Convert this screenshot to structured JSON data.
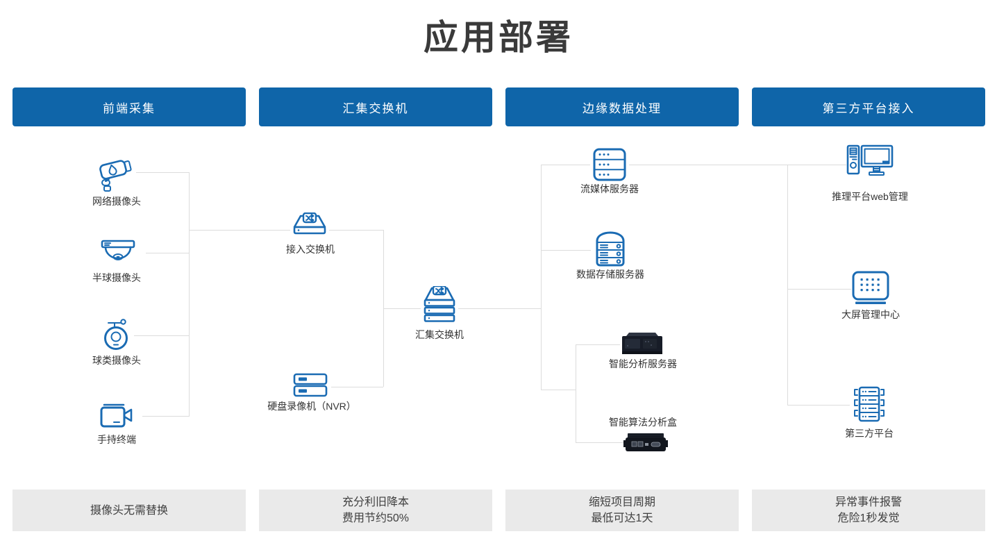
{
  "title": "应用部署",
  "headers": [
    "前端采集",
    "汇集交换机",
    "边缘数据处理",
    "第三方平台接入"
  ],
  "nodes": {
    "network_camera": {
      "label": "网络摄像头",
      "icon": "bullet-camera-icon"
    },
    "dome_camera": {
      "label": "半球摄像头",
      "icon": "dome-camera-icon"
    },
    "ball_camera": {
      "label": "球类摄像头",
      "icon": "ptz-ball-camera-icon"
    },
    "handheld_terminal": {
      "label": "手持终端",
      "icon": "camcorder-icon"
    },
    "access_switch": {
      "label": "接入交换机",
      "icon": "network-switch-icon"
    },
    "nvr": {
      "label": "硬盘录像机（NVR）",
      "icon": "nvr-recorder-icon"
    },
    "aggregation_switch": {
      "label": "汇集交换机",
      "icon": "stacked-switch-icon"
    },
    "media_server": {
      "label": "流媒体服务器",
      "icon": "media-server-icon"
    },
    "storage_server": {
      "label": "数据存储服务器",
      "icon": "storage-server-icon"
    },
    "analysis_server": {
      "label": "智能分析服务器",
      "icon": "rack-server-image"
    },
    "analysis_box": {
      "label": "智能算法分析盒",
      "icon": "edge-ai-box-image"
    },
    "web_management": {
      "label": "推理平台web管理",
      "icon": "workstation-icon"
    },
    "screen_center": {
      "label": "大屏管理中心",
      "icon": "video-wall-icon"
    },
    "third_party_platform": {
      "label": "第三方平台",
      "icon": "server-rack-icon"
    }
  },
  "footers": [
    {
      "lines": [
        "摄像头无需替换"
      ]
    },
    {
      "lines": [
        "充分利旧降本",
        "费用节约50%"
      ]
    },
    {
      "lines": [
        "缩短项目周期",
        "最低可达1天"
      ]
    },
    {
      "lines": [
        "异常事件报警",
        "危险1秒发觉"
      ]
    }
  ],
  "colors": {
    "header_blue": "#0f65a9",
    "icon_blue": "#1a6bb3",
    "connector_gray": "#dcdcdc",
    "footer_bg": "#eaeaea",
    "title_color": "#3a3a3a",
    "label_color": "#333333"
  }
}
